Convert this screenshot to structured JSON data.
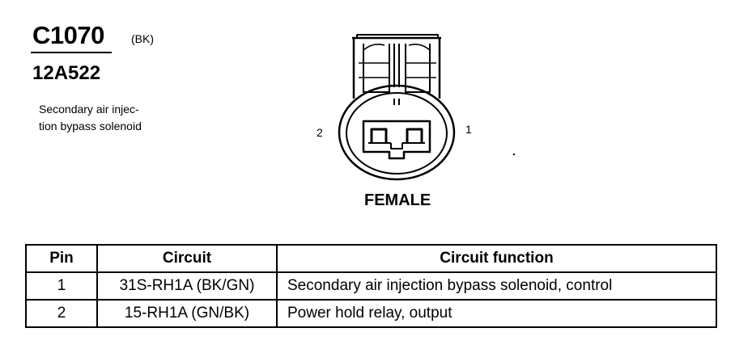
{
  "connector": {
    "id": "C1070",
    "color_code": "(BK)",
    "part_number": "12A522",
    "description_lines": [
      "Secondary air injec-",
      "tion bypass solenoid"
    ],
    "pin_labels": {
      "left": "2",
      "right": "1"
    },
    "gender": "FEMALE"
  },
  "table": {
    "headers": [
      "Pin",
      "Circuit",
      "Circuit function"
    ],
    "rows": [
      {
        "pin": "1",
        "circuit": "31S-RH1A (BK/GN)",
        "function": "Secondary air injection bypass solenoid, control"
      },
      {
        "pin": "2",
        "circuit": "15-RH1A (GN/BK)",
        "function": "Power hold relay, output"
      }
    ]
  }
}
